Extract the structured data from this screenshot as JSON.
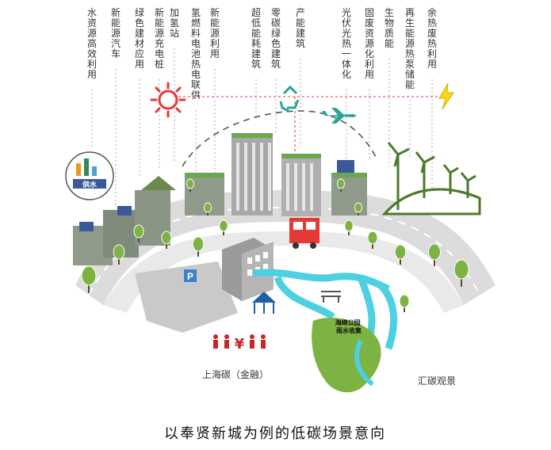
{
  "diagram": {
    "top_labels": [
      "水资源高效利用",
      "新能源汽车",
      "绿色建材应用",
      "新能源充电桩",
      "加氢站",
      "氢燃料电池热电联供",
      "新能源利用",
      "超低能耗建筑",
      "零碳绿色建筑",
      "产能建筑",
      "光伏光热一体化",
      "固废资源化利用",
      "生物质能",
      "再生能源热泵储能",
      "余热废热利用"
    ],
    "badges": {
      "water_supply": "供水",
      "park_rain": "海绵公园\n雨水收集"
    },
    "bottom_labels": {
      "finance": "上海碳（金融）",
      "observe": "汇碳观景"
    },
    "caption": "以奉贤新城为例的低碳场景意向",
    "colors": {
      "green": "#7cb342",
      "dark_green": "#4a7a2a",
      "red": "#e53935",
      "teal": "#26a69a",
      "cyan": "#4dd0e1",
      "road": "#d9d9d9",
      "yellow": "#f9d71c",
      "building": "#9a9a9a"
    }
  }
}
